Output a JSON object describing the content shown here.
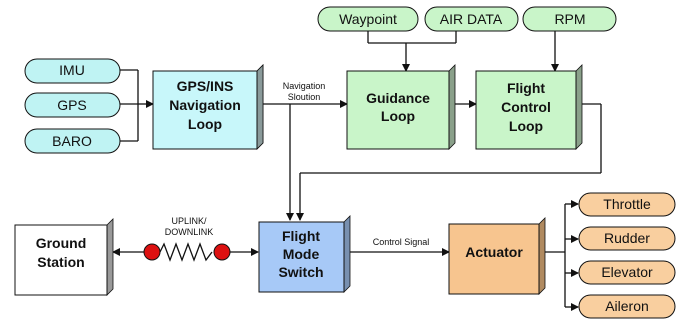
{
  "inputs": {
    "imu": "IMU",
    "gps": "GPS",
    "baro": "BARO"
  },
  "top_inputs": {
    "waypoint": "Waypoint",
    "air_data": "AIR DATA",
    "rpm": "RPM"
  },
  "blocks": {
    "nav_loop": [
      "GPS/INS",
      "Navigation",
      "Loop"
    ],
    "guidance_loop": [
      "Guidance",
      "Loop"
    ],
    "flight_control_loop": [
      "Flight",
      "Control",
      "Loop"
    ],
    "flight_mode_switch": [
      "Flight",
      "Mode",
      "Switch"
    ],
    "ground_station": [
      "Ground",
      "Station"
    ],
    "actuator": [
      "Actuator"
    ]
  },
  "labels": {
    "navigation_solution": [
      "Navigation",
      "Sloution"
    ],
    "uplink_downlink": [
      "UPLINK/",
      "DOWNLINK"
    ],
    "control_signal": "Control Signal"
  },
  "outputs": {
    "throttle": "Throttle",
    "rudder": "Rudder",
    "elevator": "Elevator",
    "aileron": "Aileron"
  },
  "colors": {
    "input_pill": "#bff3f3",
    "top_pill": "#c9f5c9",
    "nav_box": "#c8f7fa",
    "guidance_box": "#c9f5c9",
    "mode_box": "#a7c9f7",
    "actuator_box": "#f7c58f",
    "output_pill": "#f9cf9f",
    "link_dot": "#dd1111"
  }
}
